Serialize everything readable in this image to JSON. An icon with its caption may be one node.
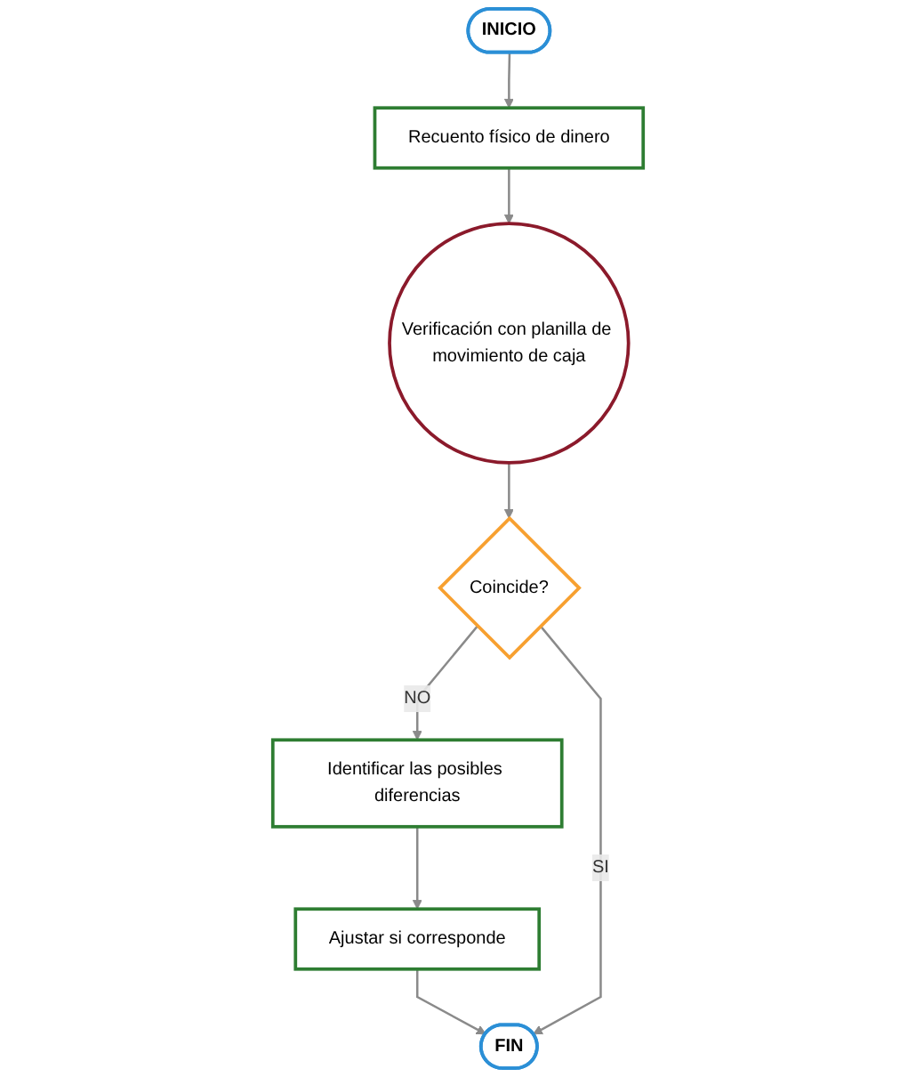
{
  "diagram": {
    "nodes": [
      {
        "text": [
          "INICIO"
        ]
      },
      {
        "text": [
          "Recuento físico de dinero"
        ]
      },
      {
        "text": [
          "Verificación con planilla de movimiento de caja"
        ]
      },
      {
        "text": [
          "Coincide?"
        ]
      },
      {
        "text": [
          "Identificar las posibles diferencias"
        ]
      },
      {
        "text": [
          "Ajustar si corresponde"
        ]
      },
      {
        "text": [
          "FIN"
        ]
      }
    ],
    "edges": [
      {
        "from": 0,
        "to": 1,
        "arrow": "to"
      },
      {
        "from": 1,
        "to": 2,
        "arrow": "to"
      },
      {
        "from": 2,
        "to": 3,
        "arrow": "to"
      },
      {
        "from": 3,
        "to": 4,
        "arrow": "to",
        "label": "NO"
      },
      {
        "from": 4,
        "to": 5,
        "arrow": "to"
      },
      {
        "from": 5,
        "to": 6,
        "arrow": "to"
      },
      {
        "from": 3,
        "to": 6,
        "arrow": "to",
        "label": "SI"
      }
    ]
  }
}
